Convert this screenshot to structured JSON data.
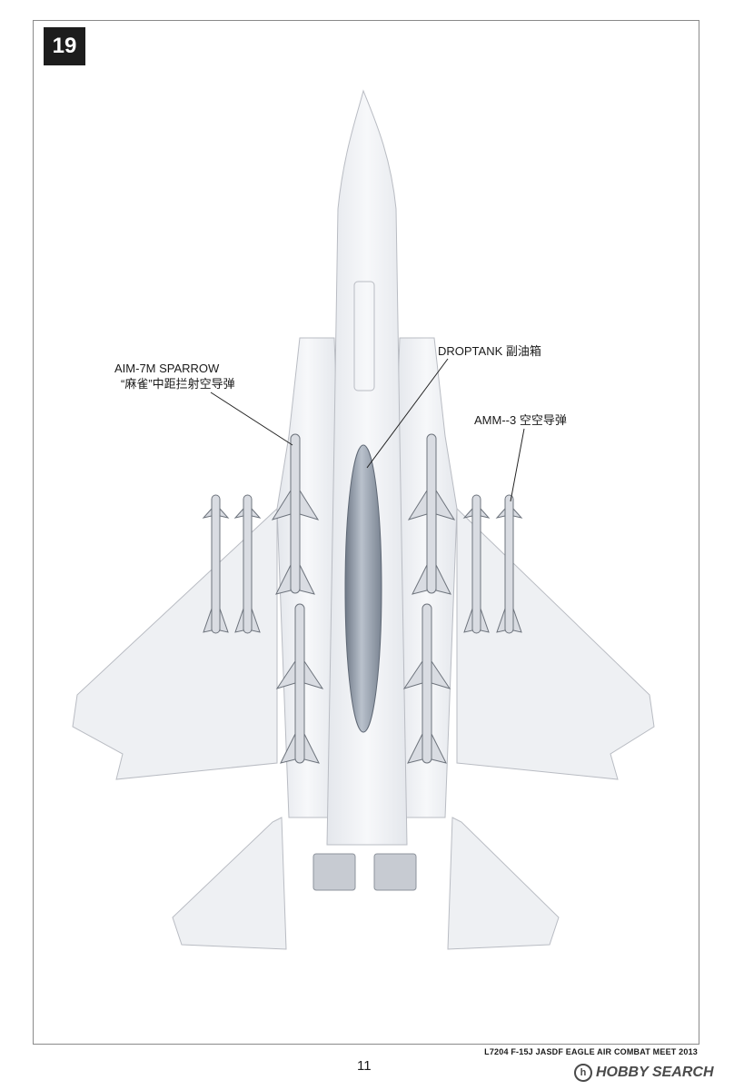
{
  "step": {
    "number": "19"
  },
  "labels": {
    "sparrow_en": "AIM-7M SPARROW",
    "sparrow_cn": "“麻雀”中距拦射空导弹",
    "droptank": "DROPTANK 副油箱",
    "amm3": "AMM--3 空空导弹"
  },
  "footer": {
    "kit_title": "L7204 F-15J JASDF EAGLE AIR COMBAT MEET 2013",
    "page_number": "11"
  },
  "watermark": {
    "symbol": "h",
    "text": "HOBBY SEARCH"
  },
  "colors": {
    "aircraft": "#eef0f3",
    "aircraft_outline": "#b9bcc3",
    "droptank": "#9aa4b1",
    "missile": "#d9dce2",
    "step_box": "#1d1d1d"
  }
}
